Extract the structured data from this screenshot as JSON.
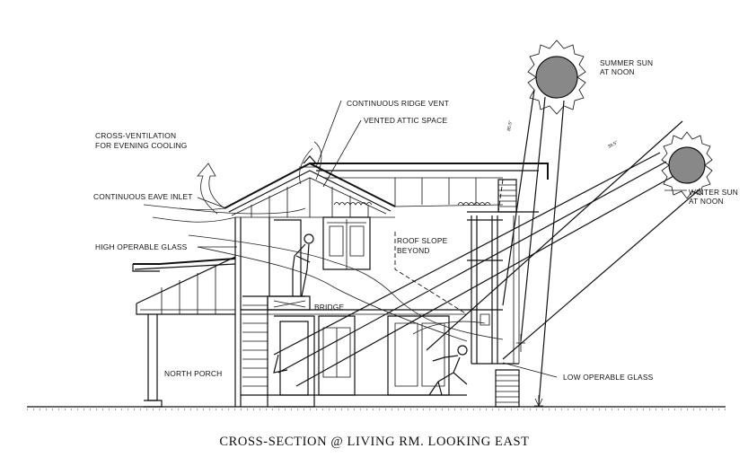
{
  "caption": "CROSS-SECTION @ LIVING RM. LOOKING EAST",
  "labels": {
    "cross_ventilation": [
      "CROSS-VENTILATION",
      "FOR EVENING COOLING"
    ],
    "ridge_vent": "CONTINUOUS RIDGE VENT",
    "attic": "VENTED ATTIC SPACE",
    "eave_inlet": "CONTINUOUS EAVE INLET",
    "high_glass": "HIGH OPERABLE GLASS",
    "roof_slope": [
      "ROOF SLOPE",
      "BEYOND"
    ],
    "bridge": "BRIDGE",
    "north_porch": "NORTH PORCH",
    "low_glass": "LOW OPERABLE GLASS",
    "summer_sun": [
      "SUMMER SUN",
      "AT NOON"
    ],
    "winter_sun": [
      "WINTER SUN",
      "AT NOON"
    ],
    "summer_angle": "85.5°",
    "winter_angle": "38.5°"
  }
}
